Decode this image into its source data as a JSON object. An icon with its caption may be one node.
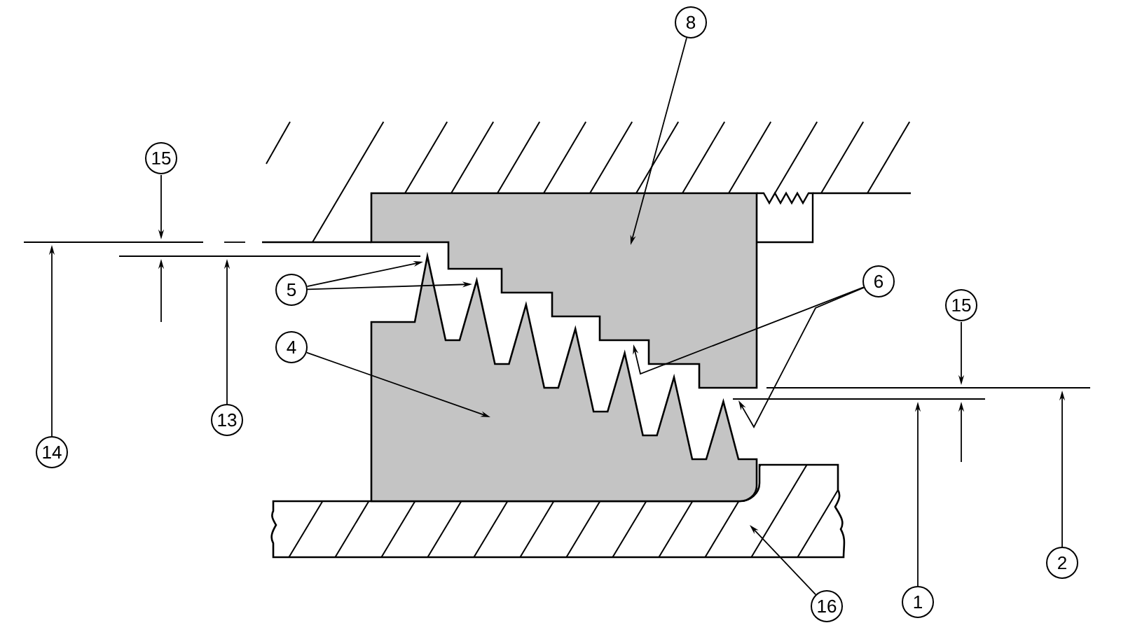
{
  "diagram": {
    "nodes": [
      {
        "text": [
          "8"
        ]
      },
      {
        "text": [
          "5"
        ]
      },
      {
        "text": [
          "4"
        ]
      },
      {
        "text": [
          "6"
        ]
      },
      {
        "text": [
          "16"
        ]
      },
      {
        "text": [
          "15"
        ]
      },
      {
        "text": [
          "14"
        ]
      },
      {
        "text": [
          "13"
        ]
      },
      {
        "text": [
          "15"
        ]
      },
      {
        "text": [
          "1"
        ]
      },
      {
        "text": [
          "2"
        ]
      }
    ],
    "edges": [
      {
        "from": 0,
        "to": null,
        "arrow": "to"
      },
      {
        "from": 1,
        "to": null,
        "arrow": "to"
      },
      {
        "from": 1,
        "to": null,
        "arrow": "to"
      },
      {
        "from": 2,
        "to": null,
        "arrow": "to"
      },
      {
        "from": 3,
        "to": null,
        "arrow": "to"
      },
      {
        "from": 3,
        "to": null,
        "arrow": "to"
      },
      {
        "from": 4,
        "to": null,
        "arrow": "to"
      }
    ]
  }
}
